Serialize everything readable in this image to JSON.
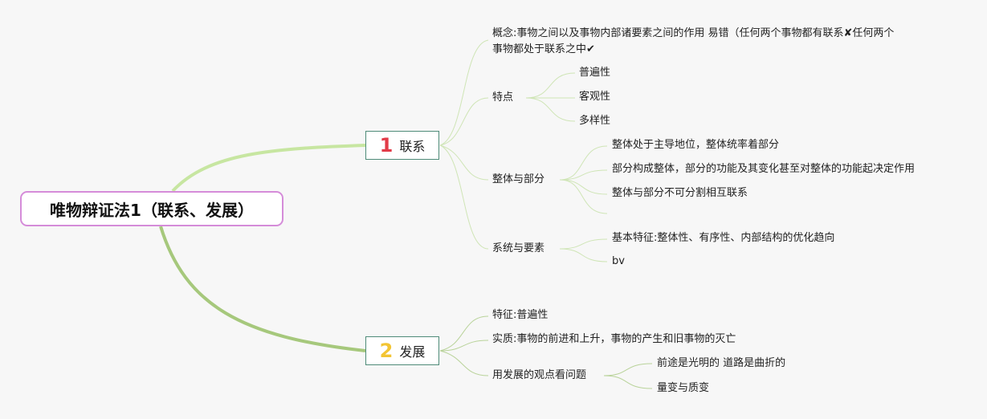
{
  "root": {
    "label": "唯物辩证法1（联系、发展）"
  },
  "colors": {
    "root_border": "#d58cd9",
    "branch_border": "#4e8b78",
    "link_light": "#c7e6a1",
    "link_dark": "#a6c87c",
    "badge_1": "#e23b48",
    "badge_2": "#f3c533"
  },
  "branches": [
    {
      "badge": "1",
      "label": "联系",
      "concept": "概念:事物之间以及事物内部诸要素之间的作用 易错（任何两个事物都有联系✘任何两个事物都处于联系之中✔",
      "features": {
        "label": "特点",
        "items": [
          "普遍性",
          "客观性",
          "多样性"
        ]
      },
      "whole_part": {
        "label": "整体与部分",
        "items": [
          "整体处于主导地位，整体统率着部分",
          "部分构成整体，部分的功能及其变化甚至对整体的功能起决定作用",
          "整体与部分不可分割相互联系",
          ""
        ]
      },
      "system": {
        "label": "系统与要素",
        "items": [
          "基本特征:整体性、有序性、内部结构的优化趋向",
          "bv"
        ]
      }
    },
    {
      "badge": "2",
      "label": "发展",
      "feature": "特征:普遍性",
      "essence": "实质:事物的前进和上升，事物的产生和旧事物的灭亡",
      "view": {
        "label": "用发展的观点看问题",
        "items": [
          "前途是光明的 道路是曲折的",
          "量变与质变"
        ]
      }
    }
  ]
}
